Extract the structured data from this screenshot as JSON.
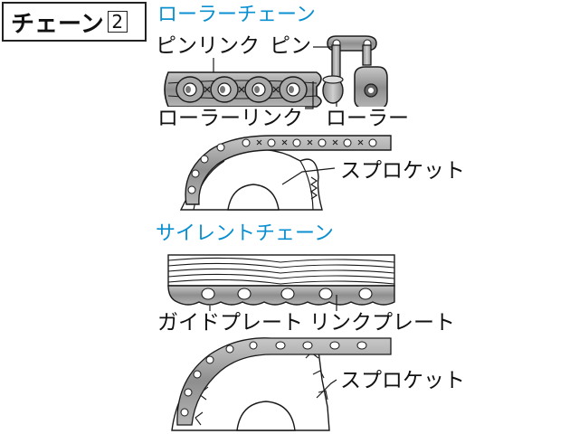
{
  "title": {
    "text": "チェーン",
    "number": "2"
  },
  "roller_chain": {
    "heading": "ローラーチェーン",
    "labels": {
      "pin_link": "ピンリンク",
      "pin": "ピン",
      "roller_link": "ローラーリンク",
      "roller": "ローラー",
      "sprocket": "スプロケット"
    }
  },
  "silent_chain": {
    "heading": "サイレントチェーン",
    "labels": {
      "guide_plate": "ガイドプレート",
      "link_plate": "リンクプレート",
      "sprocket": "スプロケット"
    }
  },
  "colors": {
    "heading": "#0a8fd0",
    "metal": "#9a9a9a",
    "metal_dark": "#6b6b6b",
    "outline": "#1a1a1a"
  }
}
